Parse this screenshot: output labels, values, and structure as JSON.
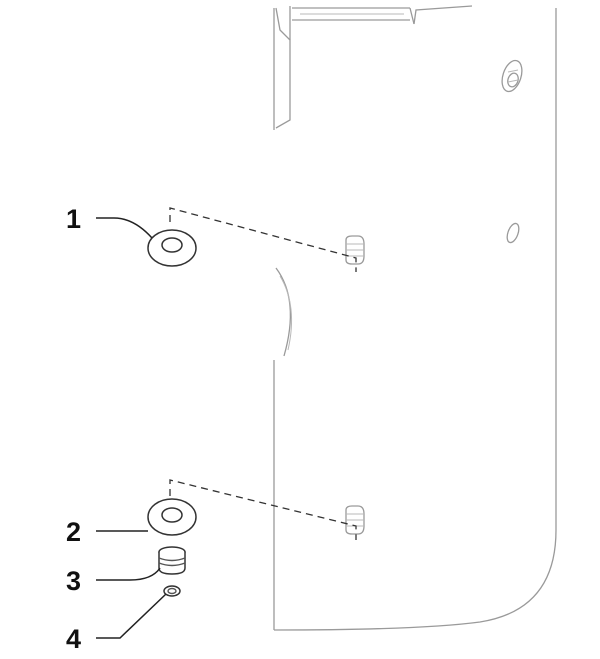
{
  "callouts": [
    {
      "number": "1",
      "part": "upper-washer"
    },
    {
      "number": "2",
      "part": "lower-washer"
    },
    {
      "number": "3",
      "part": "drain-plug"
    },
    {
      "number": "4",
      "part": "o-ring"
    }
  ],
  "colors": {
    "outline": "#9a9a9a",
    "parts": "#555555",
    "labels": "#111111"
  }
}
